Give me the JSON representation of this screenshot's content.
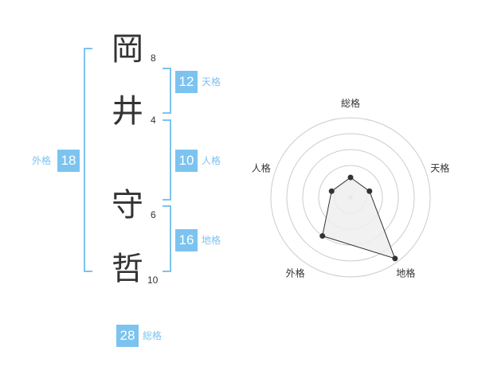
{
  "name_chars": [
    {
      "char": "岡",
      "strokes": "8"
    },
    {
      "char": "井",
      "strokes": "4"
    },
    {
      "char": "守",
      "strokes": "6"
    },
    {
      "char": "哲",
      "strokes": "10"
    }
  ],
  "fortunes": {
    "tenkaku": {
      "value": "12",
      "label": "天格"
    },
    "jinkaku": {
      "value": "10",
      "label": "人格"
    },
    "chikaku": {
      "value": "16",
      "label": "地格"
    },
    "gaikaku": {
      "value": "18",
      "label": "外格"
    },
    "soukaku": {
      "value": "28",
      "label": "総格"
    }
  },
  "colors": {
    "accent": "#7cc3ef",
    "text": "#333333",
    "grid": "#cccccc",
    "fill": "#eeeeee"
  },
  "chart_data": {
    "type": "radar",
    "axes": [
      "総格",
      "天格",
      "地格",
      "外格",
      "人格"
    ],
    "values": [
      0.25,
      0.25,
      0.95,
      0.6,
      0.25
    ],
    "max": 1,
    "rings": 5
  }
}
